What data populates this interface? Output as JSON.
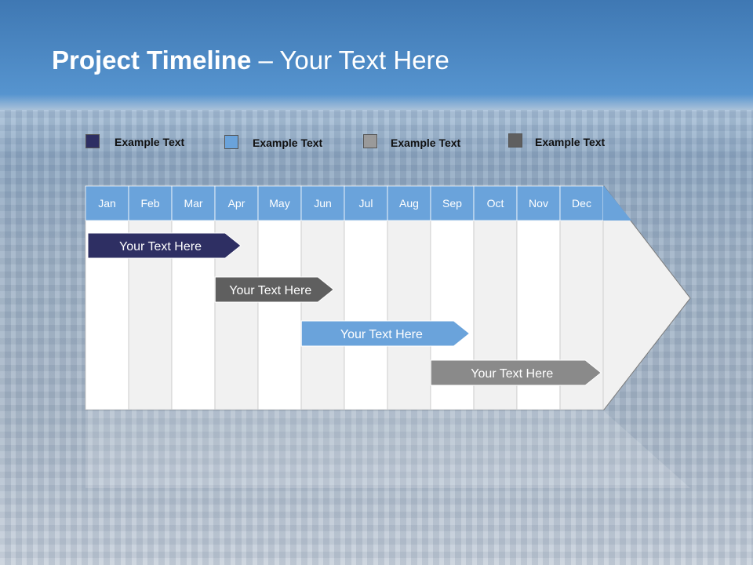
{
  "slide": {
    "title_bold": "Project Timeline",
    "title_rest": " – Your Text Here"
  },
  "legend": [
    {
      "label": "Example Text",
      "color": "#2e2f63"
    },
    {
      "label": "Example Text",
      "color": "#6aa3db"
    },
    {
      "label": "Example Text",
      "color": "#9a9a9a"
    },
    {
      "label": "Example Text",
      "color": "#5f5f5f"
    }
  ],
  "chart_data": {
    "type": "gantt",
    "months": [
      "Jan",
      "Feb",
      "Mar",
      "Apr",
      "May",
      "Jun",
      "Jul",
      "Aug",
      "Sep",
      "Oct",
      "Nov",
      "Dec"
    ],
    "header_color": "#6aa3db",
    "tasks": [
      {
        "label": "Your  Text Here",
        "start": 0.0,
        "end": 3.6,
        "color": "#2e2f63"
      },
      {
        "label": "Your  Text Here",
        "start": 2.95,
        "end": 5.75,
        "color": "#5f5f5f"
      },
      {
        "label": "Your  Text Here",
        "start": 4.95,
        "end": 8.9,
        "color": "#6aa3db"
      },
      {
        "label": "Your  Text Here",
        "start": 7.95,
        "end": 11.95,
        "color": "#8a8a8a"
      }
    ]
  }
}
